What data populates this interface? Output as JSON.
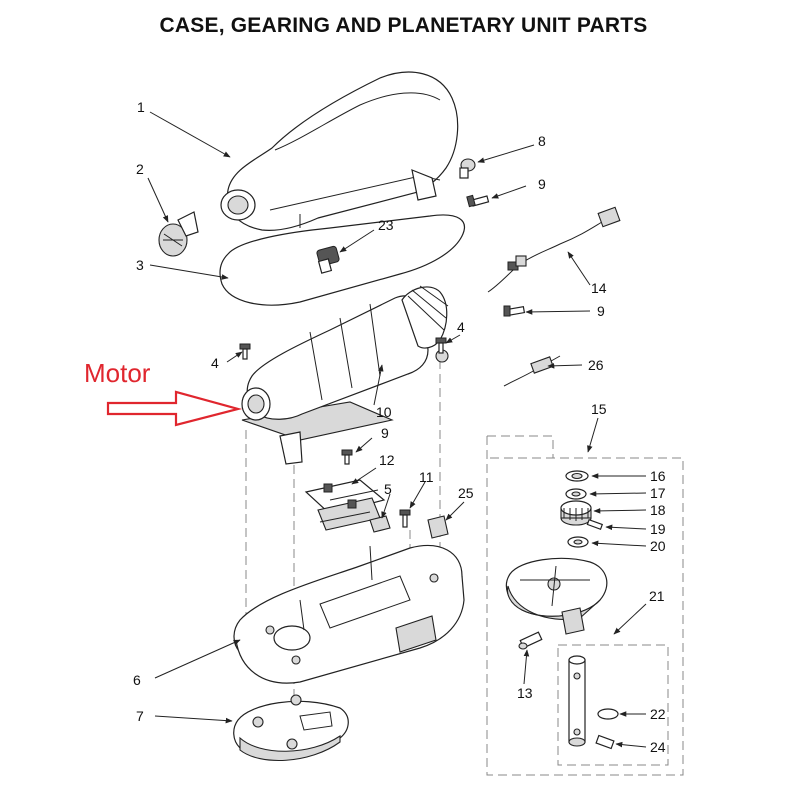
{
  "title": "CASE, GEARING AND PLANETARY UNIT PARTS",
  "callout": {
    "label": "Motor",
    "color": "#e0262e"
  },
  "parts": {
    "p1": "1",
    "p2": "2",
    "p3": "3",
    "p4a": "4",
    "p4b": "4",
    "p5": "5",
    "p6": "6",
    "p7": "7",
    "p8": "8",
    "p9a": "9",
    "p9b": "9",
    "p9c": "9",
    "p10": "10",
    "p11": "11",
    "p12": "12",
    "p13": "13",
    "p14": "14",
    "p15": "15",
    "p16": "16",
    "p17": "17",
    "p18": "18",
    "p19": "19",
    "p20": "20",
    "p21": "21",
    "p22": "22",
    "p23": "23",
    "p24": "24",
    "p25": "25",
    "p26": "26"
  }
}
